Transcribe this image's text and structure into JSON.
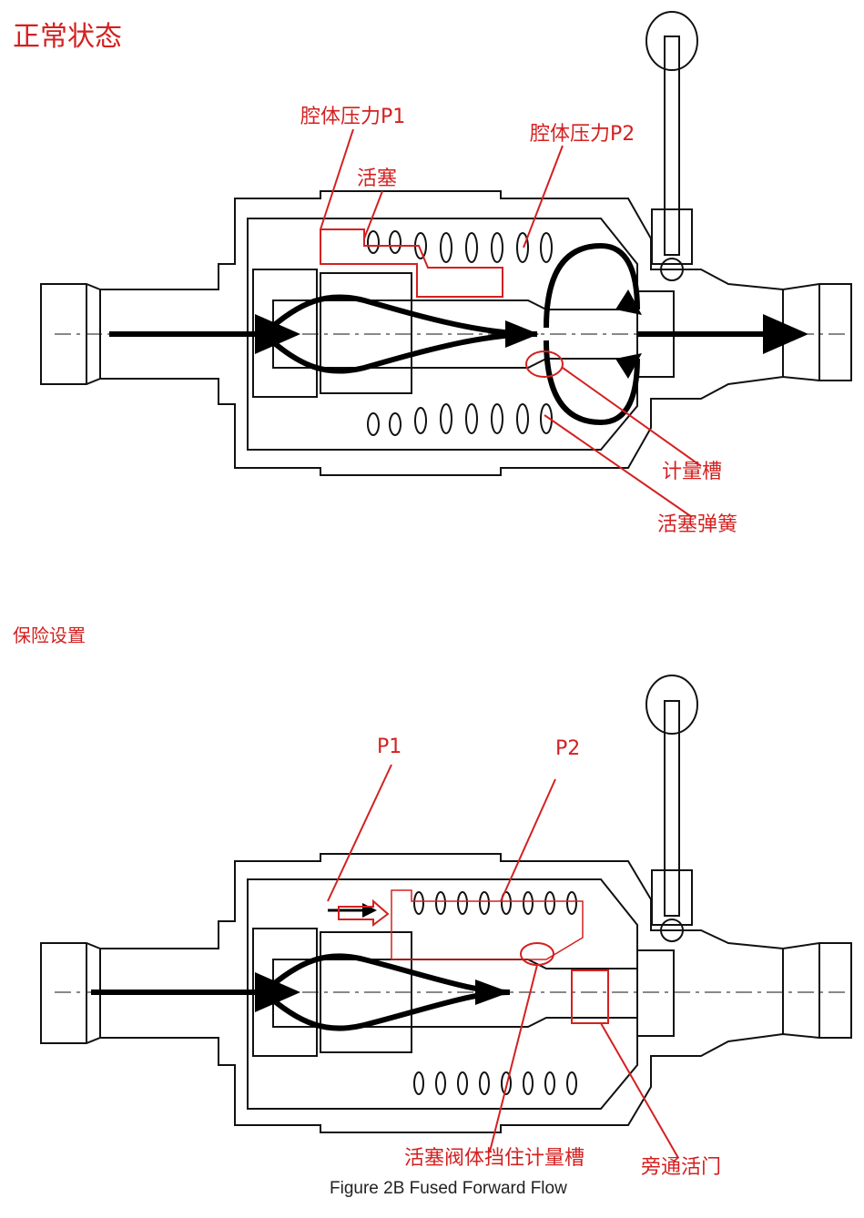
{
  "top": {
    "heading": "正常状态",
    "labels": {
      "p1": "腔体压力P1",
      "piston": "活塞",
      "p2": "腔体压力P2",
      "metering_groove": "计量槽",
      "piston_spring": "活塞弹簧"
    }
  },
  "bottom": {
    "heading": "保险设置",
    "labels": {
      "p1": "P1",
      "p2": "P2",
      "blocked": "活塞阀体挡住计量槽",
      "bypass": "旁通活门"
    },
    "caption": "Figure 2B Fused Forward Flow"
  },
  "colors": {
    "annotation": "#d42020",
    "drawing": "#111111"
  }
}
